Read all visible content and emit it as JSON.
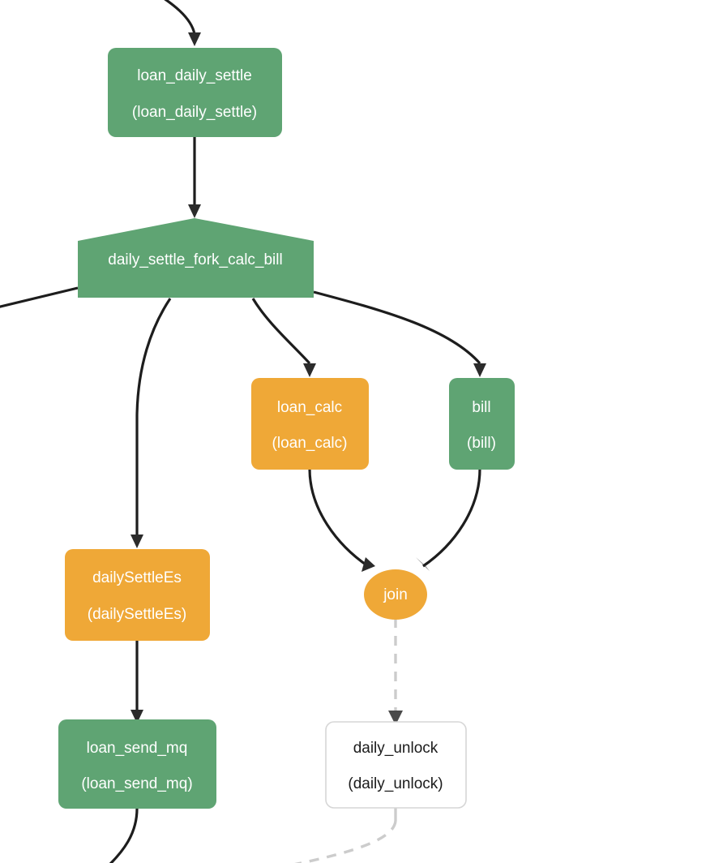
{
  "diagram": {
    "kind": "workflow-graph",
    "background": "#ffffff",
    "colors": {
      "green": "#5FA473",
      "orange": "#EFA837",
      "inactive_fill": "#FFFFFF",
      "inactive_border": "#D6D6D6",
      "edge": "#1D1D1D",
      "edge_inactive": "#CCCCCC",
      "label_on_fill": "#FFFFFF",
      "label_inactive": "#1B1B1B"
    },
    "nodes": [
      {
        "id": "loan_daily_settle",
        "title": "loan_daily_settle",
        "subtitle": "(loan_daily_settle)",
        "shape": "rounded-rect",
        "state": "green"
      },
      {
        "id": "daily_settle_fork_calc_bill",
        "title": "daily_settle_fork_calc_bill",
        "subtitle": "",
        "shape": "fork-pentagon",
        "state": "green"
      },
      {
        "id": "loan_calc",
        "title": "loan_calc",
        "subtitle": "(loan_calc)",
        "shape": "rounded-rect",
        "state": "orange"
      },
      {
        "id": "bill",
        "title": "bill",
        "subtitle": "(bill)",
        "shape": "rounded-rect",
        "state": "green"
      },
      {
        "id": "dailySettleEs",
        "title": "dailySettleEs",
        "subtitle": "(dailySettleEs)",
        "shape": "rounded-rect",
        "state": "orange"
      },
      {
        "id": "join",
        "title": "join",
        "subtitle": "",
        "shape": "ellipse",
        "state": "orange"
      },
      {
        "id": "loan_send_mq",
        "title": "loan_send_mq",
        "subtitle": "(loan_send_mq)",
        "shape": "rounded-rect",
        "state": "green"
      },
      {
        "id": "daily_unlock",
        "title": "daily_unlock",
        "subtitle": "(daily_unlock)",
        "shape": "rounded-rect",
        "state": "inactive"
      }
    ],
    "edges": [
      {
        "from": "offscreen-top",
        "to": "loan_daily_settle",
        "style": "solid"
      },
      {
        "from": "loan_daily_settle",
        "to": "daily_settle_fork_calc_bill",
        "style": "solid"
      },
      {
        "from": "daily_settle_fork_calc_bill",
        "to": "offscreen-left",
        "style": "solid"
      },
      {
        "from": "daily_settle_fork_calc_bill",
        "to": "dailySettleEs",
        "style": "solid"
      },
      {
        "from": "daily_settle_fork_calc_bill",
        "to": "loan_calc",
        "style": "solid"
      },
      {
        "from": "daily_settle_fork_calc_bill",
        "to": "bill",
        "style": "solid"
      },
      {
        "from": "loan_calc",
        "to": "join",
        "style": "solid"
      },
      {
        "from": "bill",
        "to": "join",
        "style": "solid"
      },
      {
        "from": "join",
        "to": "daily_unlock",
        "style": "dashed-inactive"
      },
      {
        "from": "dailySettleEs",
        "to": "loan_send_mq",
        "style": "solid"
      },
      {
        "from": "loan_send_mq",
        "to": "offscreen-bottom",
        "style": "solid"
      },
      {
        "from": "daily_unlock",
        "to": "offscreen-bottom-left",
        "style": "dashed-inactive"
      }
    ]
  }
}
